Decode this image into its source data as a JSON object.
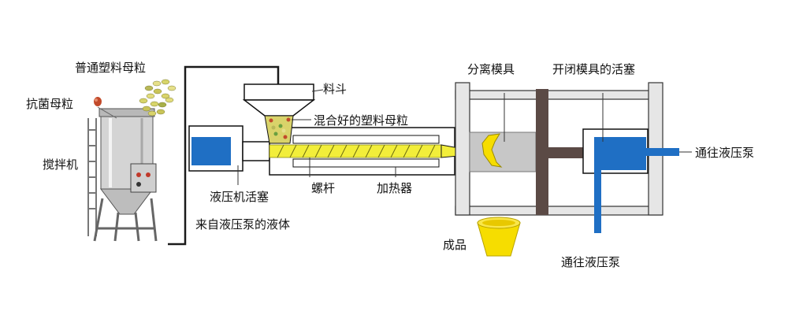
{
  "labels": {
    "color_masterbatch": "普通塑料母粒",
    "antibacterial_masterbatch": "抗菌母粒",
    "mixer": "搅拌机",
    "hopper": "料斗",
    "mixed_masterbatch": "混合好的塑料母粒",
    "separate_mold": "分离模具",
    "open_close_mold_piston": "开闭模具的活塞",
    "to_hydraulic_pump_right": "通往液压泵",
    "hydraulic_piston": "液压机活塞",
    "screw": "螺杆",
    "heater": "加热器",
    "fluid_from_pump": "来自液压泵的液体",
    "product": "成品",
    "to_hydraulic_pump_bottom": "通往液压泵"
  },
  "colors": {
    "piston_blue": "#1f6fc4",
    "screw_yellow": "#f2ee3a",
    "product_yellow": "#f6dd00",
    "platen_brown": "#5b4a45",
    "frame_gray": "#e6e6e6",
    "mold_gray": "#c7c7c7",
    "pellet_red": "#c24a2a"
  }
}
